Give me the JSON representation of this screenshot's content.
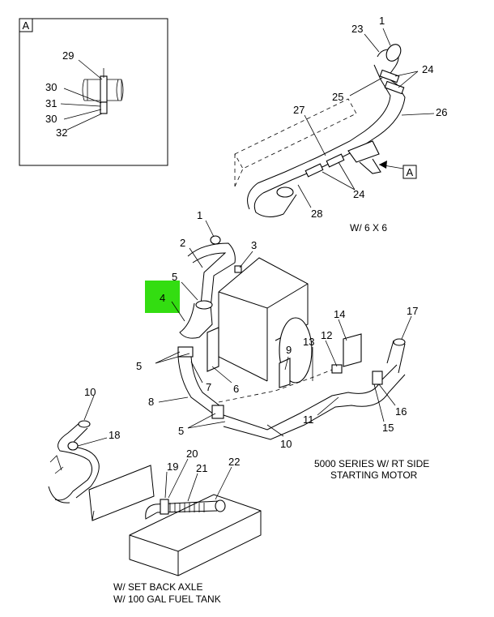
{
  "detail_box": {
    "tag": "A",
    "callouts": [
      "29",
      "30",
      "31",
      "30",
      "32"
    ]
  },
  "view_top": {
    "callouts": [
      "1",
      "23",
      "24",
      "25",
      "27",
      "26",
      "24",
      "28"
    ],
    "ref_tag": "A",
    "caption": "W/ 6 X 6"
  },
  "main_view": {
    "callouts": [
      "1",
      "2",
      "3",
      "5",
      "4",
      "5",
      "7",
      "6",
      "8",
      "9",
      "13",
      "12",
      "14",
      "17",
      "11",
      "16",
      "15",
      "5",
      "10"
    ],
    "highlight_color": "#33dd11",
    "caption_line1": "5000 SERIES W/ RT SIDE",
    "caption_line2": "STARTING MOTOR"
  },
  "axle_view": {
    "callouts": [
      "10",
      "18"
    ]
  },
  "fuel_view": {
    "callouts": [
      "20",
      "19",
      "21",
      "22"
    ],
    "caption_line1": "W/ SET BACK AXLE",
    "caption_line2": "W/ 100 GAL FUEL TANK"
  }
}
